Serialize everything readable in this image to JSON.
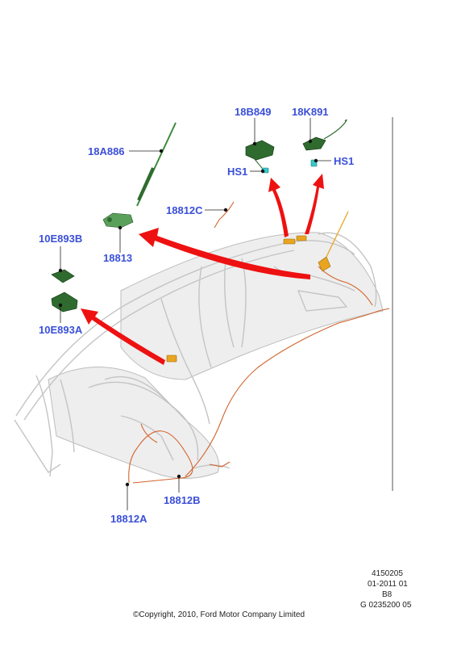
{
  "labels": {
    "antenna_mast": "18A886",
    "antenna_base": "18813",
    "module_10e893b": "10E893B",
    "module_10e893a": "10E893A",
    "cable_18812c": "18812C",
    "module_18b849": "18B849",
    "module_18k891": "18K891",
    "hs1_left": "HS1",
    "hs1_right": "HS1",
    "cable_18812b": "18812B",
    "cable_18812a": "18812A"
  },
  "footer": {
    "ref_number": "4150205",
    "date_code": "01-2011 01",
    "variant": "B8",
    "drawing_number": "G 0235200 05",
    "copyright": "©Copyright, 2010, Ford Motor Company Limited"
  },
  "colors": {
    "callout_text": "#3a4fd8",
    "arrow": "#ee1111",
    "wiring": "#d2632b",
    "module_green": "#2f6b2f",
    "connector_cyan": "#38c8c8",
    "connector_orange": "#e9a520"
  }
}
